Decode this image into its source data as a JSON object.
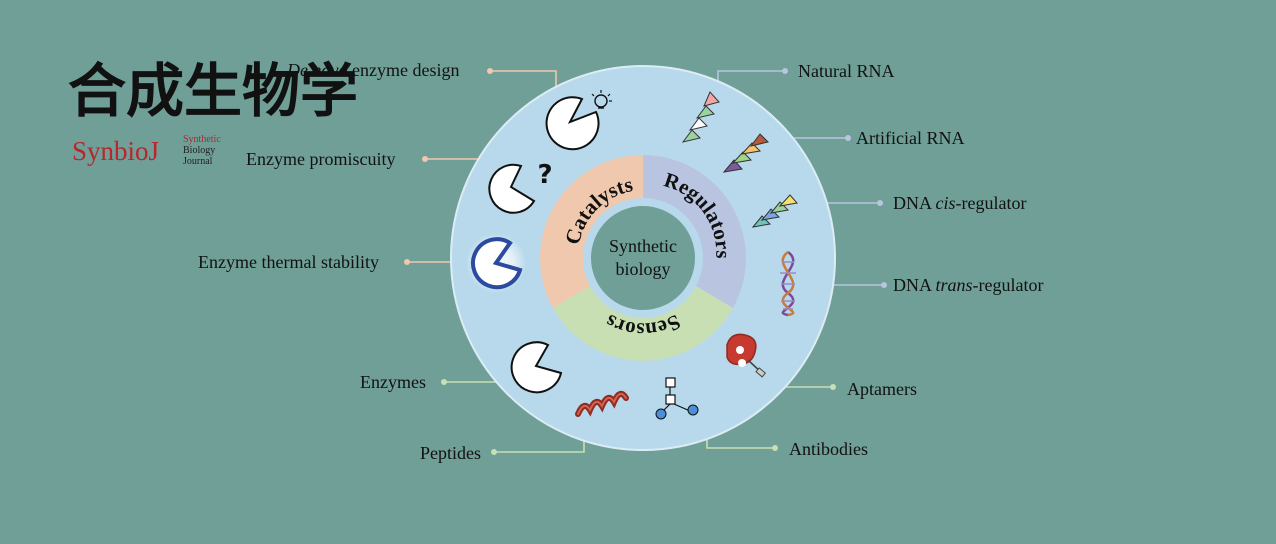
{
  "logo": {
    "chinese": "合成生物学",
    "english": "SynbioJ",
    "sub_lines": [
      "Synthetic",
      "Biology",
      "Journal"
    ]
  },
  "diagram": {
    "center": "Synthetic biology",
    "center_lines": [
      "Synthetic",
      "biology"
    ],
    "sectors": {
      "catalysts": "Catalysts",
      "regulators": "Regulators",
      "sensors": "Sensors"
    },
    "labels": {
      "de_novo_italic": "De novo",
      "de_novo_rest": " enzyme design",
      "promiscuity": "Enzyme promiscuity",
      "thermal": "Enzyme thermal stability",
      "enzymes": "Enzymes",
      "peptides": "Peptides",
      "natural_rna": "Natural RNA",
      "artificial_rna": "Artificial RNA",
      "dna_cis_pre": "DNA ",
      "dna_cis_italic": "cis",
      "dna_cis_post": "-regulator",
      "dna_trans_pre": "DNA ",
      "dna_trans_italic": "trans",
      "dna_trans_post": "-regulator",
      "aptamers": "Aptamers",
      "antibodies": "Antibodies"
    },
    "icon_labels": {
      "question_mark": "?"
    }
  },
  "colors": {
    "background": "#6f9f97",
    "outer_ring": "#b8d9ec",
    "catalysts": "#f0c8ad",
    "regulators": "#b9c5e0",
    "sensors": "#c7dfb3",
    "inner_disc": "#6f9f97",
    "brand_red": "#b8262b"
  }
}
